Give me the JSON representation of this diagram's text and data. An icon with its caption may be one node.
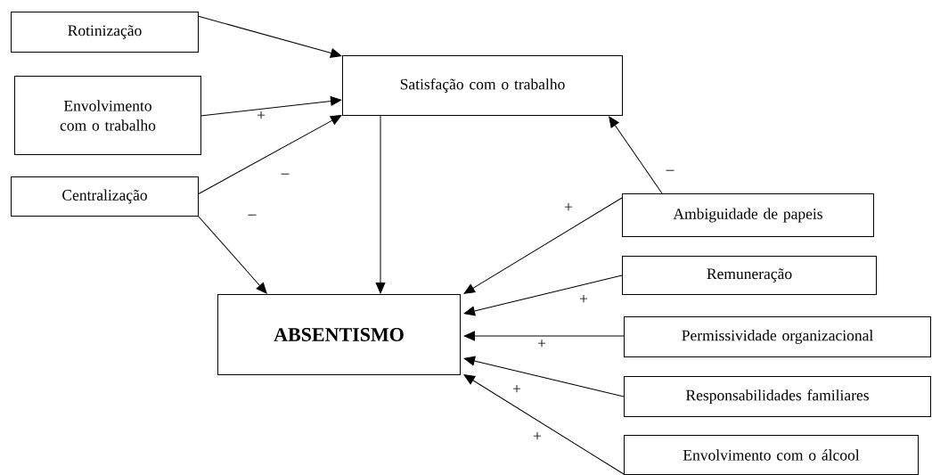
{
  "diagram": {
    "nodes": [
      {
        "text": [
          "Rotinização"
        ]
      },
      {
        "text": [
          "Envolvimento com o trabalho"
        ]
      },
      {
        "text": [
          "Centralização"
        ]
      },
      {
        "text": [
          "Satisfação com o trabalho"
        ]
      },
      {
        "text": [
          "Ambiguidade de papeis"
        ]
      },
      {
        "text": [
          "ABSENTISMO"
        ]
      },
      {
        "text": [
          "Remuneração"
        ]
      },
      {
        "text": [
          "Permissividade organizacional"
        ]
      },
      {
        "text": [
          "Responsabilidades familiares"
        ]
      },
      {
        "text": [
          "Envolvimento com o álcool"
        ]
      }
    ],
    "edges": [
      {
        "from": 0,
        "to": 3,
        "arrow": "to"
      },
      {
        "from": 1,
        "to": 3,
        "arrow": "to",
        "label": "+"
      },
      {
        "from": 2,
        "to": 3,
        "arrow": "to",
        "label": "–"
      },
      {
        "from": 2,
        "to": 5,
        "arrow": "to",
        "label": "–"
      },
      {
        "from": 3,
        "to": 5,
        "arrow": "to"
      },
      {
        "from": 4,
        "to": 3,
        "arrow": "to",
        "label": "–"
      },
      {
        "from": 4,
        "to": 5,
        "arrow": "to",
        "label": "+"
      },
      {
        "from": 6,
        "to": 5,
        "arrow": "to",
        "label": "+"
      },
      {
        "from": 7,
        "to": 5,
        "arrow": "to",
        "label": "+"
      },
      {
        "from": 8,
        "to": 5,
        "arrow": "to",
        "label": "+"
      },
      {
        "from": 9,
        "to": 5,
        "arrow": "to",
        "label": "+"
      }
    ]
  }
}
